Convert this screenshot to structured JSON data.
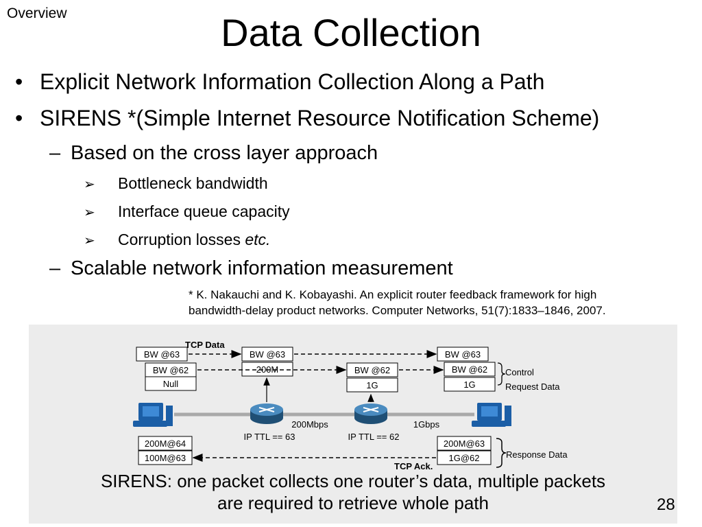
{
  "section_label": "Overview",
  "title": "Data Collection",
  "bullets": [
    "Explicit Network Information Collection Along a Path",
    "SIRENS *(Simple Internet Resource Notification Scheme)"
  ],
  "sub_bullets": [
    "Based on the cross layer approach",
    "Scalable network information measurement"
  ],
  "sub_sub_bullets": [
    "Bottleneck bandwidth",
    "Interface queue capacity",
    "Corruption losses "
  ],
  "sub_sub_emphasis": "etc.",
  "dash": "–",
  "bullet_mark": "•",
  "arrow_mark": "➢",
  "footnote": [
    "* K. Nakauchi and K. Kobayashi. An explicit router  feedback framework for high",
    "bandwidth-delay product  networks. Computer Networks, 51(7):1833–1846, 2007."
  ],
  "diagram": {
    "tcp_data": "TCP Data",
    "tcp_ack": "TCP Ack.",
    "bw63": "BW @63",
    "bw62": "BW @62",
    "null": "Null",
    "v200m": "200M",
    "v1g": "1G",
    "link1": "200Mbps",
    "link2": "1Gbps",
    "ttl63": "IP TTL == 63",
    "ttl62": "IP TTL == 62",
    "control": "Control",
    "request_data": "Request Data",
    "response_data": "Response Data",
    "r200m64": "200M@64",
    "r100m63": "100M@63",
    "r200m63": "200M@63",
    "r1g62": "1G@62",
    "caption_line1": "SIRENS:  one packet collects one router’s data, multiple packets",
    "caption_line2": "are required to retrieve whole path"
  },
  "page_number": "28",
  "colors": {
    "figure_bg": "#ececec",
    "router": "#2f6f9e",
    "host": "#1b5ea6",
    "link": "#a9a9a9"
  }
}
